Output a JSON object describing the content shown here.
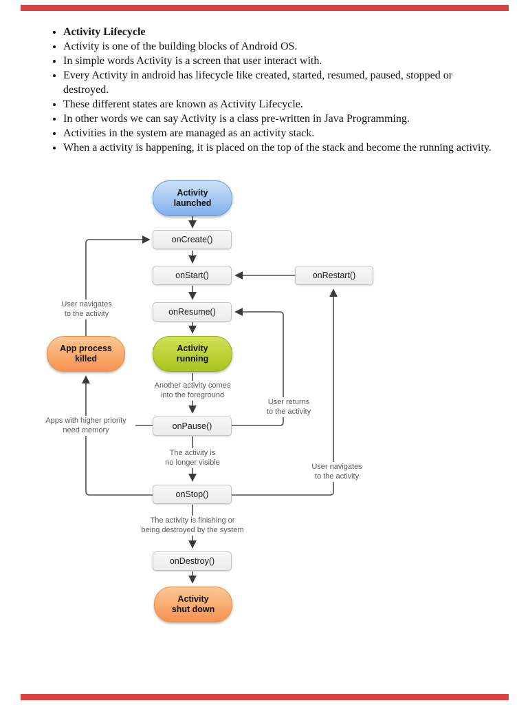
{
  "colors": {
    "page_edge_red": "#dc4242",
    "node_box_fill": "#f1f1f1",
    "node_box_border": "#c3c3c3",
    "pill_blue": "#7fb0ec",
    "pill_green": "#a8c41c",
    "pill_orange": "#f69250",
    "connector_gray": "#4f4f4f",
    "label_text": "#58585b"
  },
  "bullets": [
    {
      "text": "Activity Lifecycle",
      "bold": true
    },
    {
      "text": "Activity is one of the building blocks of Android OS.",
      "bold": false
    },
    {
      "text": "In simple words Activity is a screen that user interact with.",
      "bold": false
    },
    {
      "text": "Every Activity in android has lifecycle like created, started, resumed, paused, stopped or destroyed.",
      "bold": false
    },
    {
      "text": "These different states are known as Activity Lifecycle.",
      "bold": false
    },
    {
      "text": "In other words we can say Activity is a class pre-written in Java Programming.",
      "bold": false
    },
    {
      "text": "Activities in the system are managed as an activity stack.",
      "bold": false
    },
    {
      "text": "When a activity is happening, it is placed on the top of the stack and become the running activity.",
      "bold": false
    }
  ],
  "diagram": {
    "nodes": {
      "launched": "Activity\nlaunched",
      "oncreate": "onCreate()",
      "onstart": "onStart()",
      "onrestart": "onRestart()",
      "onresume": "onResume()",
      "running": "Activity\nrunning",
      "killed": "App process\nkilled",
      "onpause": "onPause()",
      "onstop": "onStop()",
      "ondestroy": "onDestroy()",
      "shutdown": "Activity\nshut down"
    },
    "labels": {
      "user_nav_left": "User navigates\nto the activity",
      "apps_priority": "Apps with higher priority\nneed memory",
      "another_fg": "Another activity comes\ninto the foreground",
      "user_returns": "User returns\nto the activity",
      "no_longer": "The activity is\nno longer visible",
      "user_nav_right": "User navigates\nto the activity",
      "finishing": "The activity is finishing or\nbeing destroyed by the system"
    }
  }
}
